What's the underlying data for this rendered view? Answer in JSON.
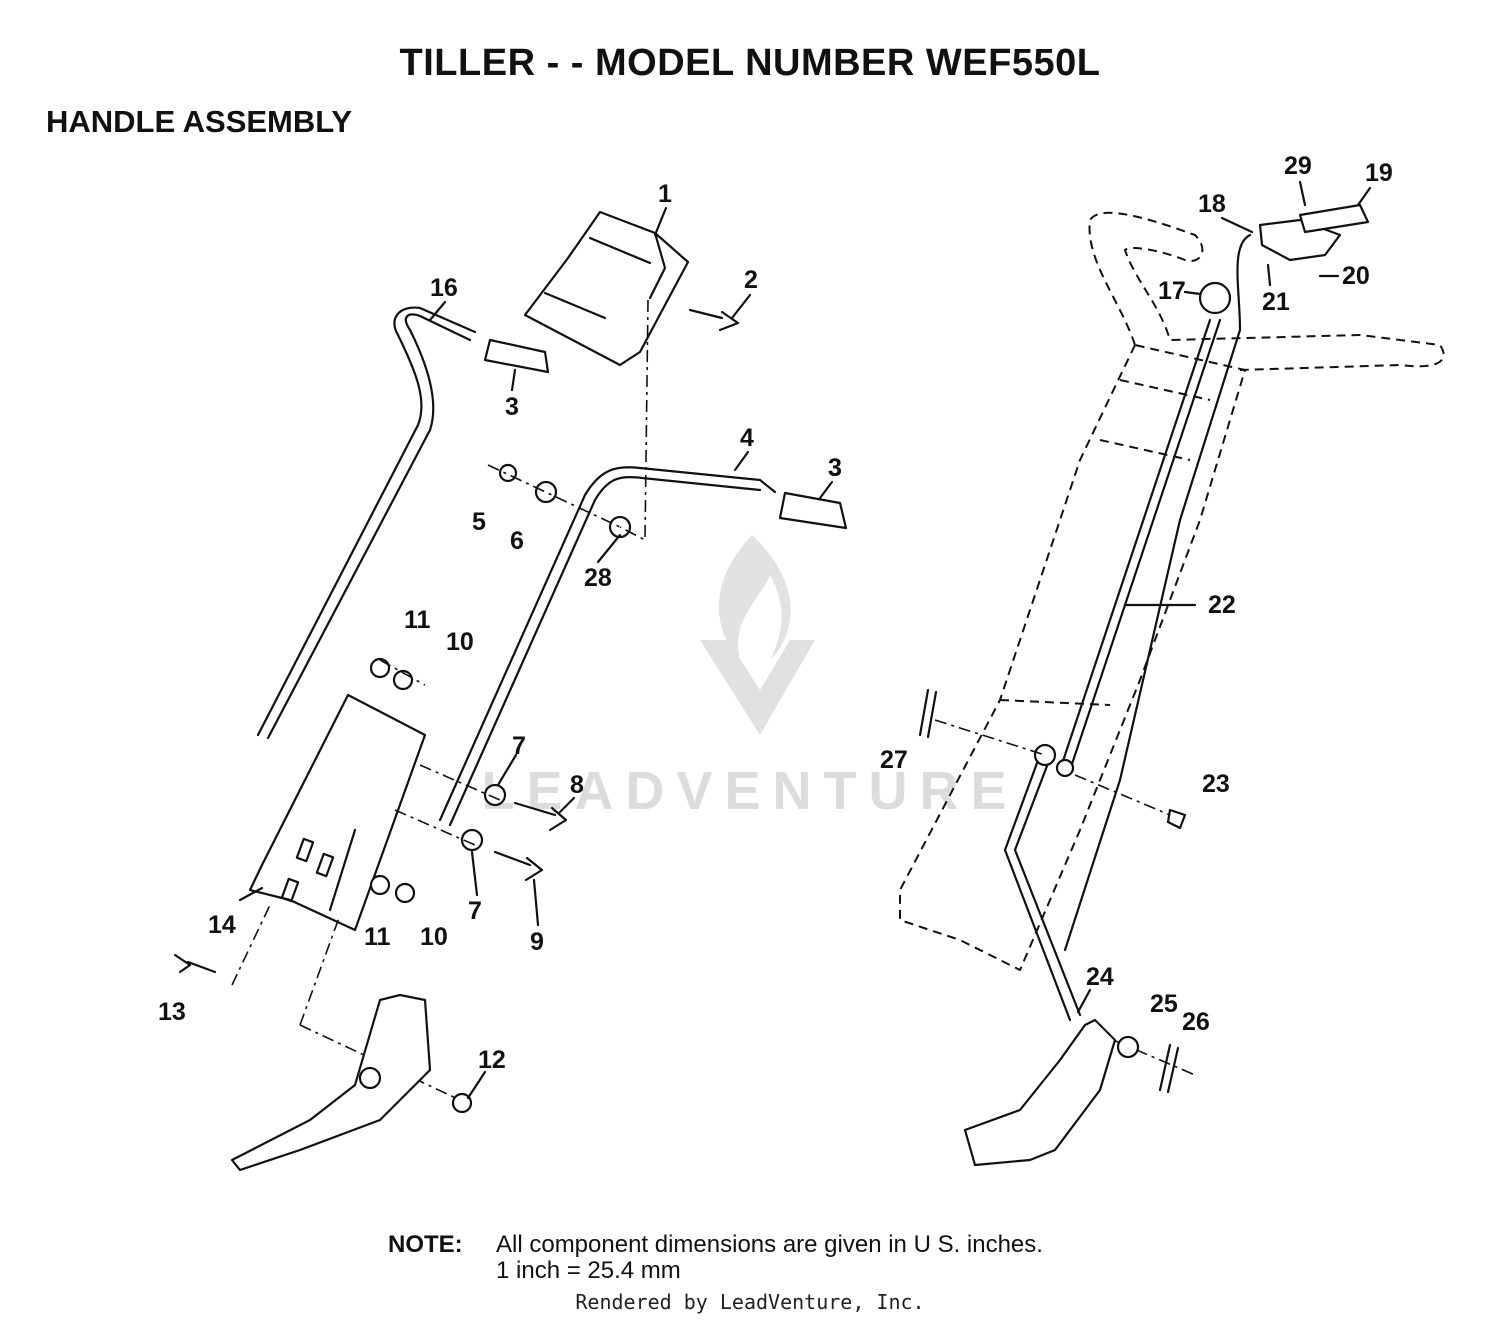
{
  "header": {
    "title": "TILLER - - MODEL NUMBER WEF550L",
    "subtitle": "HANDLE ASSEMBLY"
  },
  "watermark": {
    "text": "LEADVENTURE"
  },
  "callouts": [
    "1",
    "2",
    "3",
    "16",
    "3",
    "4",
    "3",
    "5",
    "6",
    "28",
    "11",
    "10",
    "7",
    "8",
    "7",
    "9",
    "14",
    "11",
    "10",
    "13",
    "12",
    "29",
    "19",
    "18",
    "20",
    "21",
    "17",
    "22",
    "27",
    "23",
    "24",
    "25",
    "26"
  ],
  "note": {
    "label": "NOTE:",
    "line1": "All component dimensions are given in U S. inches.",
    "line2": "1 inch = 25.4 mm"
  },
  "footer": {
    "credit": "Rendered by LeadVenture, Inc."
  }
}
